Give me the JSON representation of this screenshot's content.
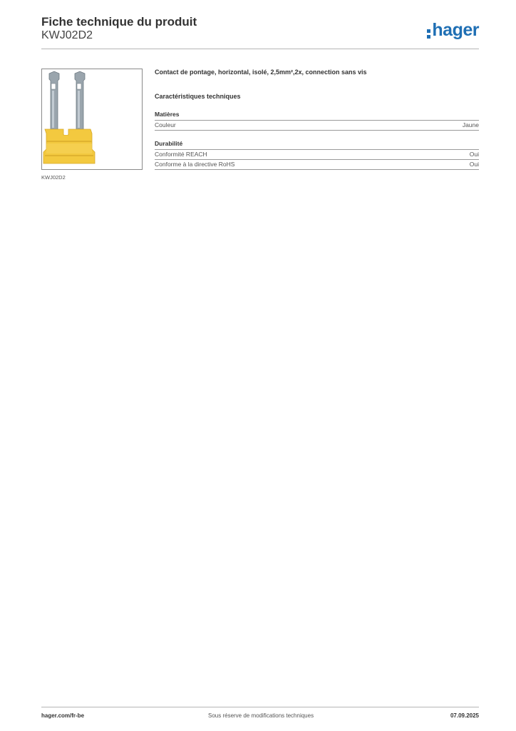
{
  "header": {
    "title": "Fiche technique du produit",
    "reference": "KWJ02D2",
    "logo": "hager"
  },
  "product": {
    "image_caption": "KWJ02D2",
    "description": "Contact de pontage, horizontal,  isolé, 2,5mm²,2x, connection sans vis"
  },
  "characteristics": {
    "heading": "Caractéristiques techniques",
    "groups": [
      {
        "heading": "Matières",
        "rows": [
          {
            "label": "Couleur",
            "value": "Jaune"
          }
        ]
      },
      {
        "heading": "Durabilité",
        "rows": [
          {
            "label": "Conformité REACH",
            "value": "Oui"
          },
          {
            "label": "Conforme à la directive RoHS",
            "value": "Oui"
          }
        ]
      }
    ]
  },
  "footer": {
    "website": "hager.com/fr-be",
    "disclaimer": "Sous réserve de modifications techniques",
    "date": "07.09.2025"
  },
  "colors": {
    "brand": "#1f6fb4",
    "product_yellow": "#f3c93f",
    "metal": "#9aa5ad"
  }
}
